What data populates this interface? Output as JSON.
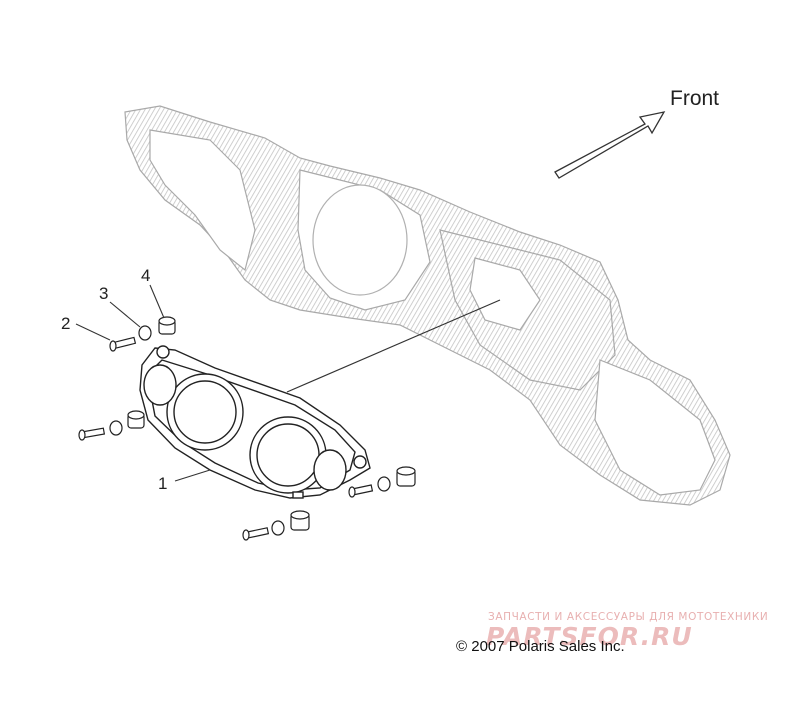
{
  "diagram": {
    "direction_label": "Front",
    "callouts": [
      "1",
      "2",
      "3",
      "4"
    ],
    "copyright": "2007 Polaris Sales Inc.",
    "copyright_symbol": "©"
  },
  "watermark": {
    "tagline": "ЗАПЧАСТИ И АКСЕССУАРЫ ДЛЯ МОТОТЕХНИКИ",
    "logo_text": "PARTSFOR.RU",
    "color": "#e8a0a0"
  },
  "colors": {
    "line_art": "#222222",
    "frame_art": "#b8b8b8"
  }
}
